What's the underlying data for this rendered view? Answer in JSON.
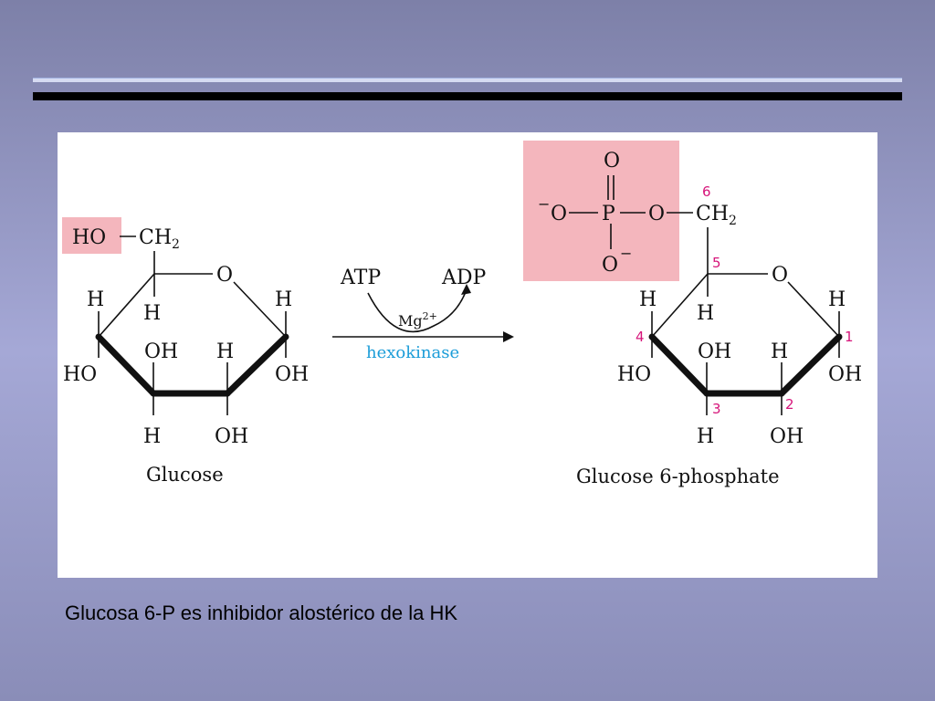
{
  "caption": "Glucosa 6-P es inhibidor alostérico de la HK",
  "reaction": {
    "reactant_name": "Glucose",
    "product_name": "Glucose 6-phosphate",
    "cofactor_in": "ATP",
    "cofactor_out": "ADP",
    "ion": "Mg",
    "ion_charge": "2+",
    "enzyme": "hexokinase"
  },
  "glucose": {
    "ho_highlight": "HO",
    "ch2": "CH",
    "ch2_sub": "2",
    "ring_o": "O",
    "c5_h": "H",
    "c4_h": "H",
    "c1_h": "H",
    "c4_oh": "HO",
    "c3_oh": "OH",
    "c2_h": "H",
    "c1_oh": "OH",
    "c3_h": "H",
    "c2_oh": "OH"
  },
  "product": {
    "phosphate_o_top": "O",
    "phosphate_o_left": "O",
    "phosphate_p": "P",
    "phosphate_o_bridge": "O",
    "phosphate_o_bottom": "O",
    "minus": "−",
    "ch2": "CH",
    "ch2_sub": "2",
    "ring_o": "O",
    "c5_h": "H",
    "c4_h": "H",
    "c1_h": "H",
    "c4_oh": "HO",
    "c3_oh": "OH",
    "c2_h": "H",
    "c1_oh": "OH",
    "c3_h": "H",
    "c2_oh": "OH",
    "carbon_numbers": [
      "1",
      "2",
      "3",
      "4",
      "5",
      "6"
    ]
  },
  "colors": {
    "highlight": "#f4b6bd",
    "carbon_number": "#d6157a",
    "enzyme": "#1a9cd8",
    "background": "#a5a8d6"
  }
}
